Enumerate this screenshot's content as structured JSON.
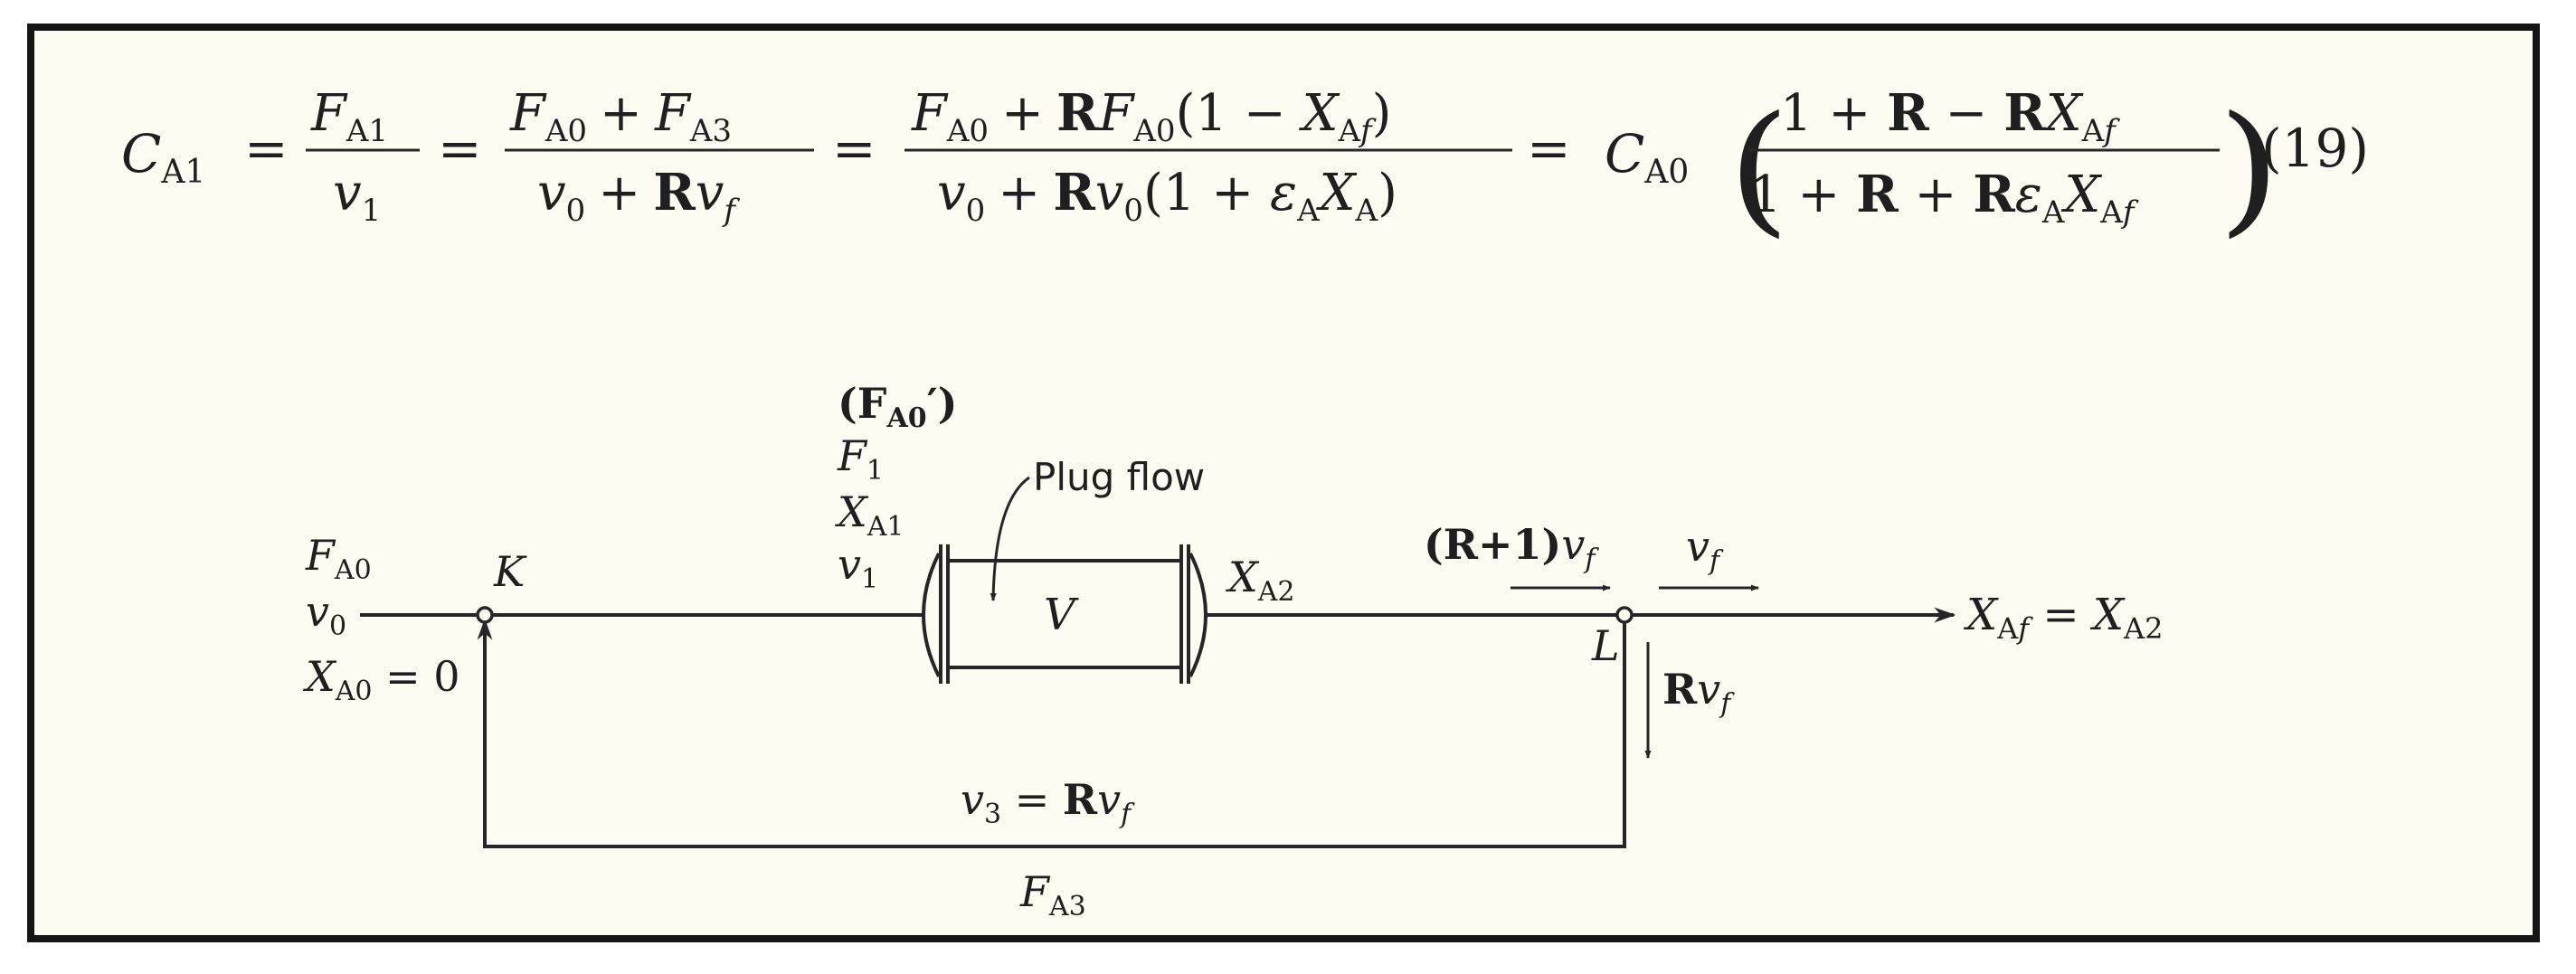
{
  "equation": {
    "lhs_var": "C",
    "lhs_sub": "A1",
    "eq": "=",
    "t1": {
      "num_var": "F",
      "num_sub": "A1",
      "den_var": "v",
      "den_sub": "1"
    },
    "t2": {
      "n1": "F",
      "n1s": "A0",
      "plus": "+",
      "n2": "F",
      "n2s": "A3",
      "d1": "v",
      "d1s": "0",
      "dR": "R",
      "d2": "v",
      "d2s": "f"
    },
    "t3": {
      "n1": "F",
      "n1s": "A0",
      "plus": "+",
      "nR": "R",
      "n2": "F",
      "n2s": "A0",
      "nparen_open": "(1 − ",
      "n3": "X",
      "n3s": "A",
      "n3s2": "f",
      "nparen_close": ")",
      "d1": "v",
      "d1s": "0",
      "dR": "R",
      "d2": "v",
      "d2s": "0",
      "dparen_open": "(1 + ",
      "eps": "ε",
      "epss": "A",
      "d3": "X",
      "d3s": "A",
      "dparen_close": ")"
    },
    "t4": {
      "pre": "C",
      "pre_sub": "A0",
      "num_a": "1 + ",
      "num_R1": "R",
      "num_b": " − ",
      "num_R2": "R",
      "num_X": "X",
      "num_Xs": "A",
      "num_Xs2": "f",
      "den_a": "1 + ",
      "den_R1": "R",
      "den_b": " + ",
      "den_R2": "R",
      "den_eps": "ε",
      "den_epss": "A",
      "den_X": "X",
      "den_Xs": "A",
      "den_Xs2": "f"
    },
    "number": "(19)"
  },
  "diagram": {
    "feed": {
      "F": "F",
      "Fs": "A0",
      "v": "v",
      "vs": "0",
      "X": "X",
      "Xs": "A0",
      "Xval": " = 0"
    },
    "mix_point": "K",
    "split_point": "L",
    "reactor_in": {
      "Fp": "(F",
      "Fps": "A0",
      "Fp_close": "′)",
      "F1": "F",
      "F1s": "1",
      "X": "X",
      "Xs": "A1",
      "v": "v",
      "vs": "1"
    },
    "reactor_label": "V",
    "plug_flow": "Plug flow",
    "reactor_out": {
      "X": "X",
      "Xs": "A2"
    },
    "recycle_total": {
      "open": "(",
      "R": "R",
      "rest": "+1)",
      "v": "v",
      "vs": "f"
    },
    "product_flow": {
      "v": "v",
      "vs": "f"
    },
    "product": {
      "X": "X",
      "Xs": "A",
      "Xs2": "f",
      "eq": " = ",
      "X2": "X",
      "X2s": "A2"
    },
    "recycle_branch": {
      "R": "R",
      "v": "v",
      "vs": "f"
    },
    "recycle_line": {
      "v": "v",
      "vs": "3",
      "eq": " = ",
      "R": "R",
      "v2": "v",
      "v2s": "f"
    },
    "recycle_F": {
      "F": "F",
      "Fs": "A3"
    }
  }
}
